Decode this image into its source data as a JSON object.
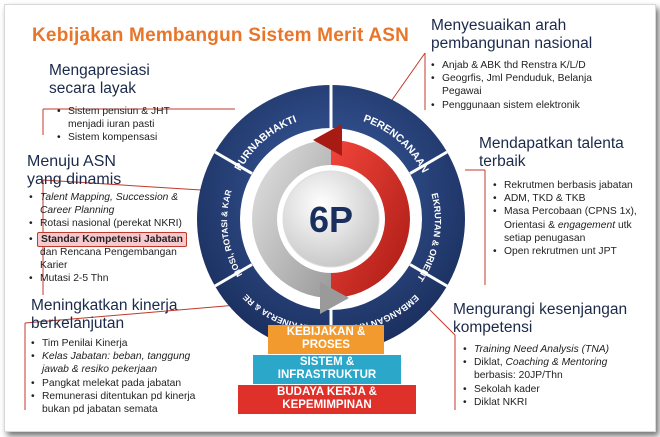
{
  "title": "Kebijakan Membangun Sistem Merit ASN",
  "center_label": "6P",
  "ring": [
    {
      "label": "PURNABHAKTI"
    },
    {
      "label": "PERENCANAAN"
    },
    {
      "label": "PEREKRUTAN & ORIENTASI"
    },
    {
      "label": "PENGEMBANGAN KAPASITAS"
    },
    {
      "label": "PENILAIAN KINERJA & REWARD"
    },
    {
      "label": "PROMOSI, ROTASI & KARIER"
    }
  ],
  "sections": {
    "apresiasi": {
      "heading_1": "Mengapresiasi",
      "heading_2": "secara layak",
      "items": [
        "Sistem pensiun & JHT menjadi iuran pasti",
        "Sistem kompensasi"
      ]
    },
    "dinamis": {
      "heading_1": "Menuju ASN",
      "heading_2": "yang dinamis",
      "items": [
        "Talent Mapping, Succession & Career Planning",
        "Rotasi nasional (perekat NKRI)",
        "Standar Kompetensi Jabatan",
        "dan Rencana Pengembangan Karier",
        "Mutasi 2-5 Thn"
      ]
    },
    "kinerja": {
      "heading_1": "Meningkatkan kinerja",
      "heading_2": "berkelanjutan",
      "items": [
        "Tim Penilai Kinerja",
        "Kelas Jabatan: beban, tanggung jawab & resiko pekerjaan",
        "Pangkat melekat pada jabatan",
        "Remunerasi ditentukan pd kinerja bukan pd jabatan semata"
      ]
    },
    "arah": {
      "heading_1": "Menyesuaikan arah",
      "heading_2": "pembangunan nasional",
      "items": [
        "Anjab & ABK thd Renstra K/L/D",
        "Geogrfis, Jml Penduduk, Belanja Pegawai",
        "Penggunaan sistem elektronik"
      ]
    },
    "talenta": {
      "heading_1": "Mendapatkan talenta",
      "heading_2": "terbaik",
      "items": [
        "Rekrutmen berbasis jabatan",
        "ADM, TKD & TKB",
        "Masa Percobaan (CPNS 1x), Orientasi &",
        "engagement",
        "utk setiap penugasan",
        "Open rekrutmen unt JPT"
      ]
    },
    "kompetensi": {
      "heading_1": "Mengurangi kesenjangan",
      "heading_2": "kompetensi",
      "items": [
        "Training Need Analysis (TNA)",
        "Diklat,",
        "Coaching & Mentoring",
        "berbasis: 20JP/Thn",
        "Sekolah kader",
        "Diklat NKRI"
      ]
    }
  },
  "pyramid": [
    {
      "line1": "KEBIJAKAN &",
      "line2": "PROSES",
      "color": "#f29a2e"
    },
    {
      "line1": "SISTEM &",
      "line2": "INFRASTRUKTUR",
      "color": "#2aa7c9"
    },
    {
      "line1": "BUDAYA KERJA &",
      "line2": "KEPEMIMPINAN",
      "color": "#e0302a"
    }
  ],
  "colors": {
    "title": "#e8762a",
    "ring": "#1f3a6e",
    "accent": "#c0392b"
  }
}
